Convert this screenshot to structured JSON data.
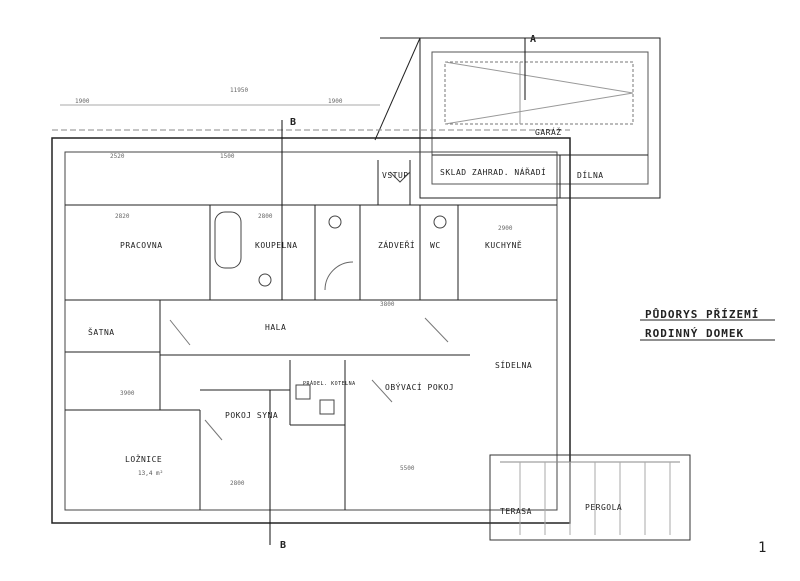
{
  "title": {
    "line1": "PŮDORYS PŘÍZEMÍ",
    "line2": "RODINNÝ DOMEK"
  },
  "rooms": {
    "garaz": "GARÁŽ",
    "dilna": "DÍLNA",
    "sklad": "SKLAD ZAHRAD. NÁŘADÍ",
    "vstup": "VSTUP",
    "pracovna": "PRACOVNA",
    "koupelna": "KOUPELNA",
    "zadveri": "ZÁDVEŘÍ",
    "wc": "WC",
    "kuchyne": "KUCHYNĚ",
    "satna": "ŠATNA",
    "hala": "HALA",
    "sidelna": "SÍDELNA",
    "obyvaci": "OBÝVACÍ POKOJ",
    "prac_kotelna": "PRÁDEL. KOTELNA",
    "pokoj_syna": "POKOJ SYNA",
    "loznice": "LOŽNICE",
    "terasa": "TERASA",
    "pergola": "PERGOLA"
  },
  "areas": {
    "loznice": "13,4 m²"
  },
  "dimensions": {
    "top_total": "11950",
    "top_a": "1900",
    "top_b": "2520",
    "top_c": "1500",
    "top_d": "1900",
    "mid_a": "2820",
    "mid_b": "2800",
    "mid_c": "3800",
    "mid_d": "2900",
    "bot_a": "3900",
    "bot_b": "2800",
    "bot_c": "5500"
  },
  "section_marks": {
    "a_top": "A",
    "b_top": "B",
    "b_bottom": "B"
  },
  "page_number": "1"
}
